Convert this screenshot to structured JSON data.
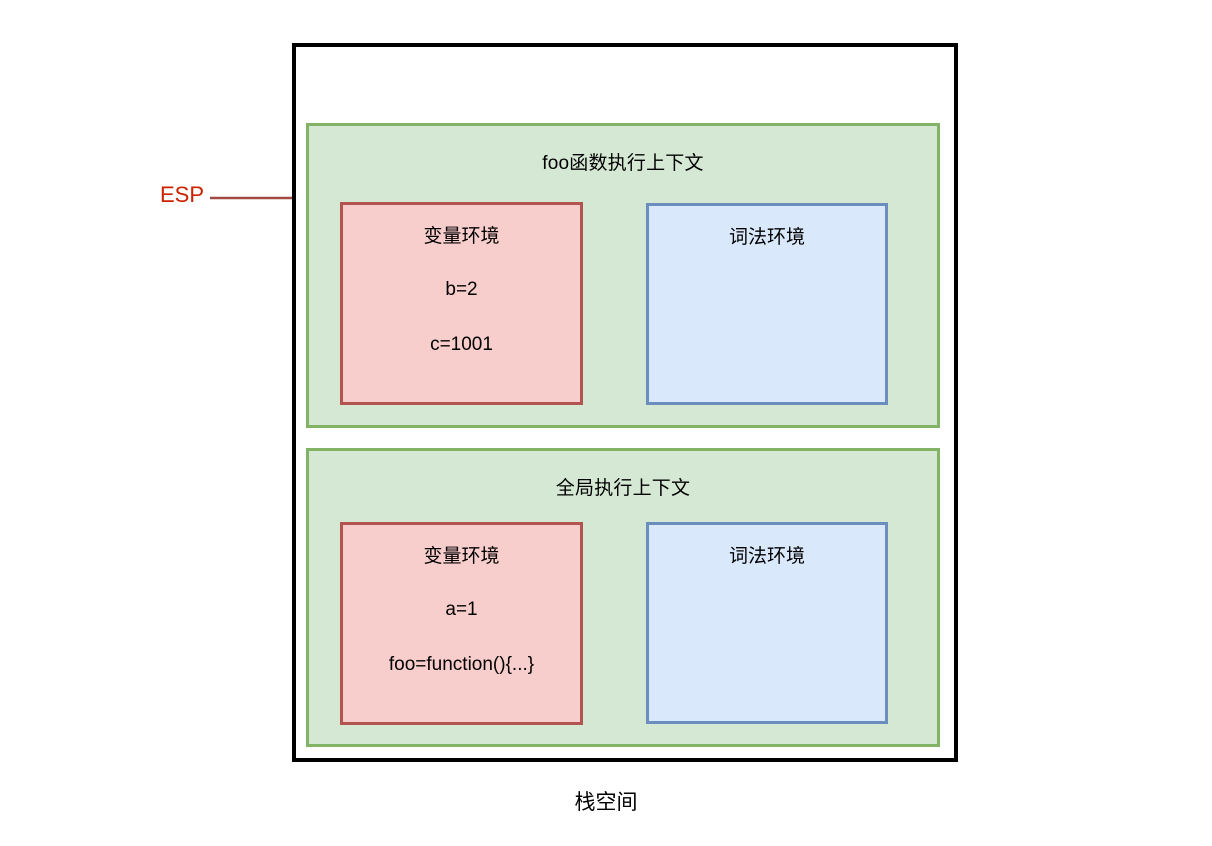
{
  "diagram": {
    "caption": "栈空间",
    "pointer": {
      "label": "ESP",
      "color": "#cc2200",
      "arrow_color": "#a04a42",
      "icon": "right-arrow-icon"
    },
    "frame": {
      "border_color": "#000000",
      "background": "#ffffff"
    },
    "contexts": [
      {
        "id": "foo",
        "title": "foo函数执行上下文",
        "fill": "#d5e8d4",
        "border": "#82b366",
        "variable_environment": {
          "title": "变量环境",
          "fill": "#f8cecc",
          "border": "#b25450",
          "entries": [
            "b=2",
            "c=1001"
          ]
        },
        "lexical_environment": {
          "title": "词法环境",
          "fill": "#dae8fc",
          "border": "#6c8ebf",
          "entries": []
        }
      },
      {
        "id": "global",
        "title": "全局执行上下文",
        "fill": "#d5e8d4",
        "border": "#82b366",
        "variable_environment": {
          "title": "变量环境",
          "fill": "#f8cecc",
          "border": "#b25450",
          "entries": [
            "a=1",
            "foo=function(){...}"
          ]
        },
        "lexical_environment": {
          "title": "词法环境",
          "fill": "#dae8fc",
          "border": "#6c8ebf",
          "entries": []
        }
      }
    ]
  }
}
